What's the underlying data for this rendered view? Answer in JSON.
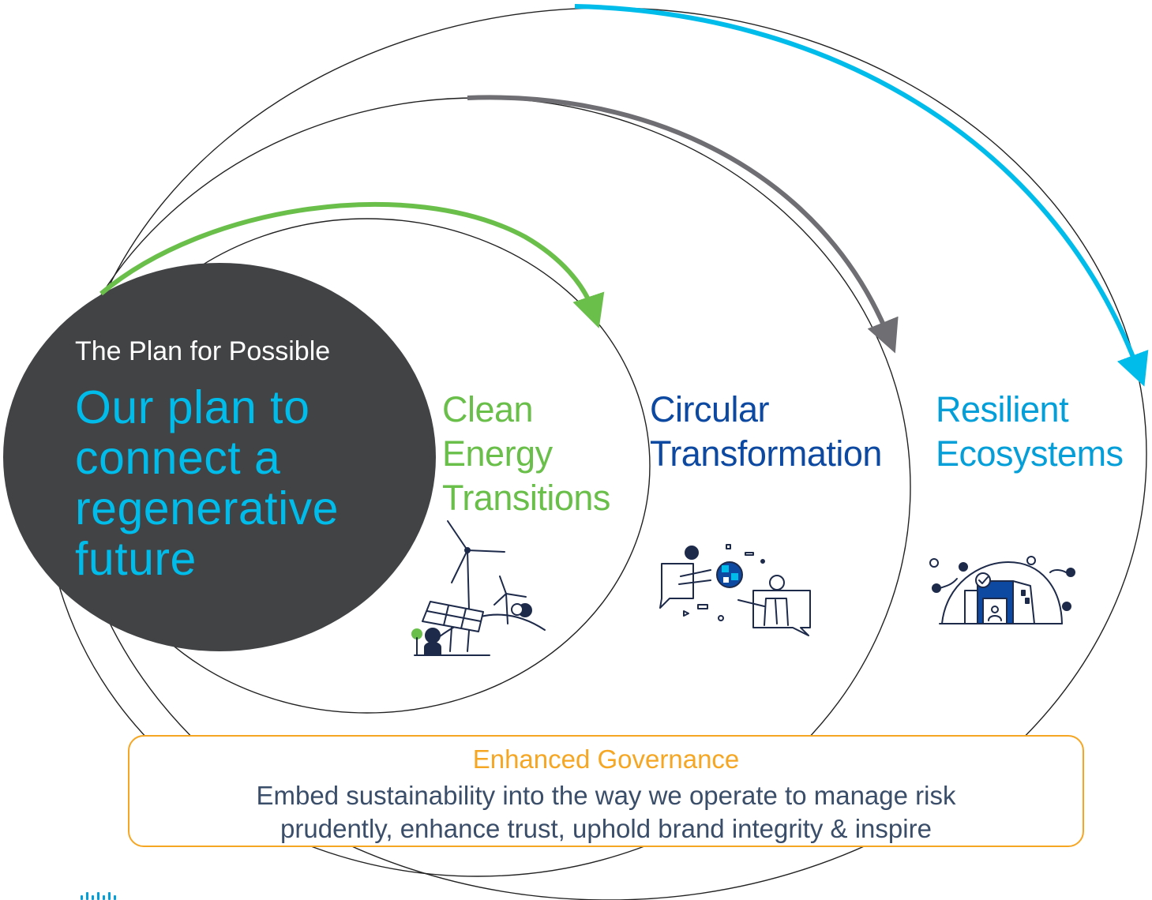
{
  "intro": {
    "kicker": "The Plan for Possible",
    "headline": "Our plan to connect a regenerative future"
  },
  "pillars": [
    {
      "label_line1": "Clean",
      "label_line2": "Energy",
      "label_line3": "Transitions",
      "color": "#6abf4b",
      "icon": "wind-solar-icon"
    },
    {
      "label_line1": "Circular",
      "label_line2": "Transformation",
      "color": "#0d49a0",
      "icon": "circular-exchange-icon"
    },
    {
      "label_line1": "Resilient",
      "label_line2": "Ecosystems",
      "color": "#049fd9",
      "icon": "resilient-building-icon"
    }
  ],
  "governance": {
    "title": "Enhanced Governance",
    "line1": "Embed sustainability into the way we operate to manage risk",
    "line2": "prudently, enhance trust, uphold brand integrity & inspire",
    "color": "#f5a623"
  },
  "colors": {
    "dark_circle": "#414345",
    "arrow_green": "#6abf4b",
    "arrow_gray": "#6e6e73",
    "arrow_cyan": "#00bceb",
    "outline": "#222222",
    "brand": "#049fd9"
  },
  "logo": {
    "icon": "cisco-logo-icon"
  }
}
